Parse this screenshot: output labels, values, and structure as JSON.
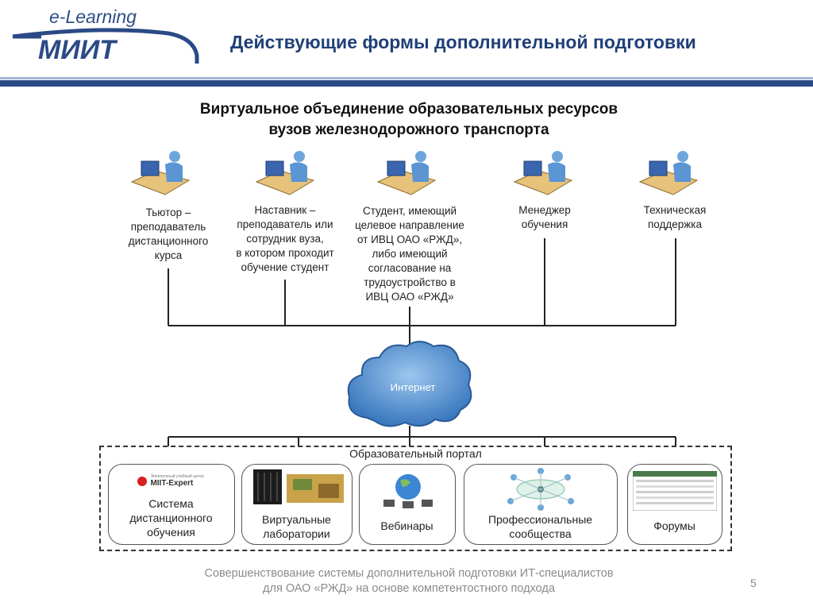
{
  "header": {
    "logo_top": "e-Learning",
    "logo_main": "МИИТ",
    "title": "Действующие формы дополнительной подготовки"
  },
  "subtitle": {
    "line1": "Виртуальное объединение образовательных ресурсов",
    "line2": "вузов железнодорожного транспорта"
  },
  "roles": [
    {
      "lines": [
        "Тьютор –",
        "преподаватель",
        "дистанционного",
        "курса"
      ]
    },
    {
      "lines": [
        "Наставник –",
        "преподаватель или",
        "сотрудник вуза,",
        "в котором проходит",
        "обучение студент"
      ]
    },
    {
      "lines": [
        "Студент, имеющий",
        "целевое направление",
        "от ИВЦ ОАО «РЖД»,",
        "либо имеющий",
        "согласование на",
        "трудоустройство в",
        "ИВЦ ОАО «РЖД»"
      ]
    },
    {
      "lines": [
        "Менеджер",
        "обучения"
      ]
    },
    {
      "lines": [
        "Техническая",
        "поддержка"
      ]
    }
  ],
  "cloud": {
    "label": "Интернет"
  },
  "portal": {
    "title": "Образовательный портал",
    "miit_expert_small": "Электронный учебный центр",
    "miit_expert": "MIIT-Expert",
    "cards": [
      {
        "lines": [
          "Система",
          "дистанционного",
          "обучения"
        ]
      },
      {
        "lines": [
          "Виртуальные",
          "лаборатории"
        ]
      },
      {
        "lines": [
          "Вебинары"
        ]
      },
      {
        "lines": [
          "Профессиональные",
          "сообщества"
        ]
      },
      {
        "lines": [
          "Форумы"
        ]
      }
    ]
  },
  "footer": {
    "line1": "Совершенствование системы дополнительной подготовки ИТ-специалистов",
    "line2": "для ОАО «РЖД» на основе компетентостного подхода"
  },
  "page_number": "5",
  "colors": {
    "brand": "#2a4a86",
    "title": "#1f3f78",
    "cloud": "#4a86c5",
    "footer_text": "#8a8a8a"
  }
}
